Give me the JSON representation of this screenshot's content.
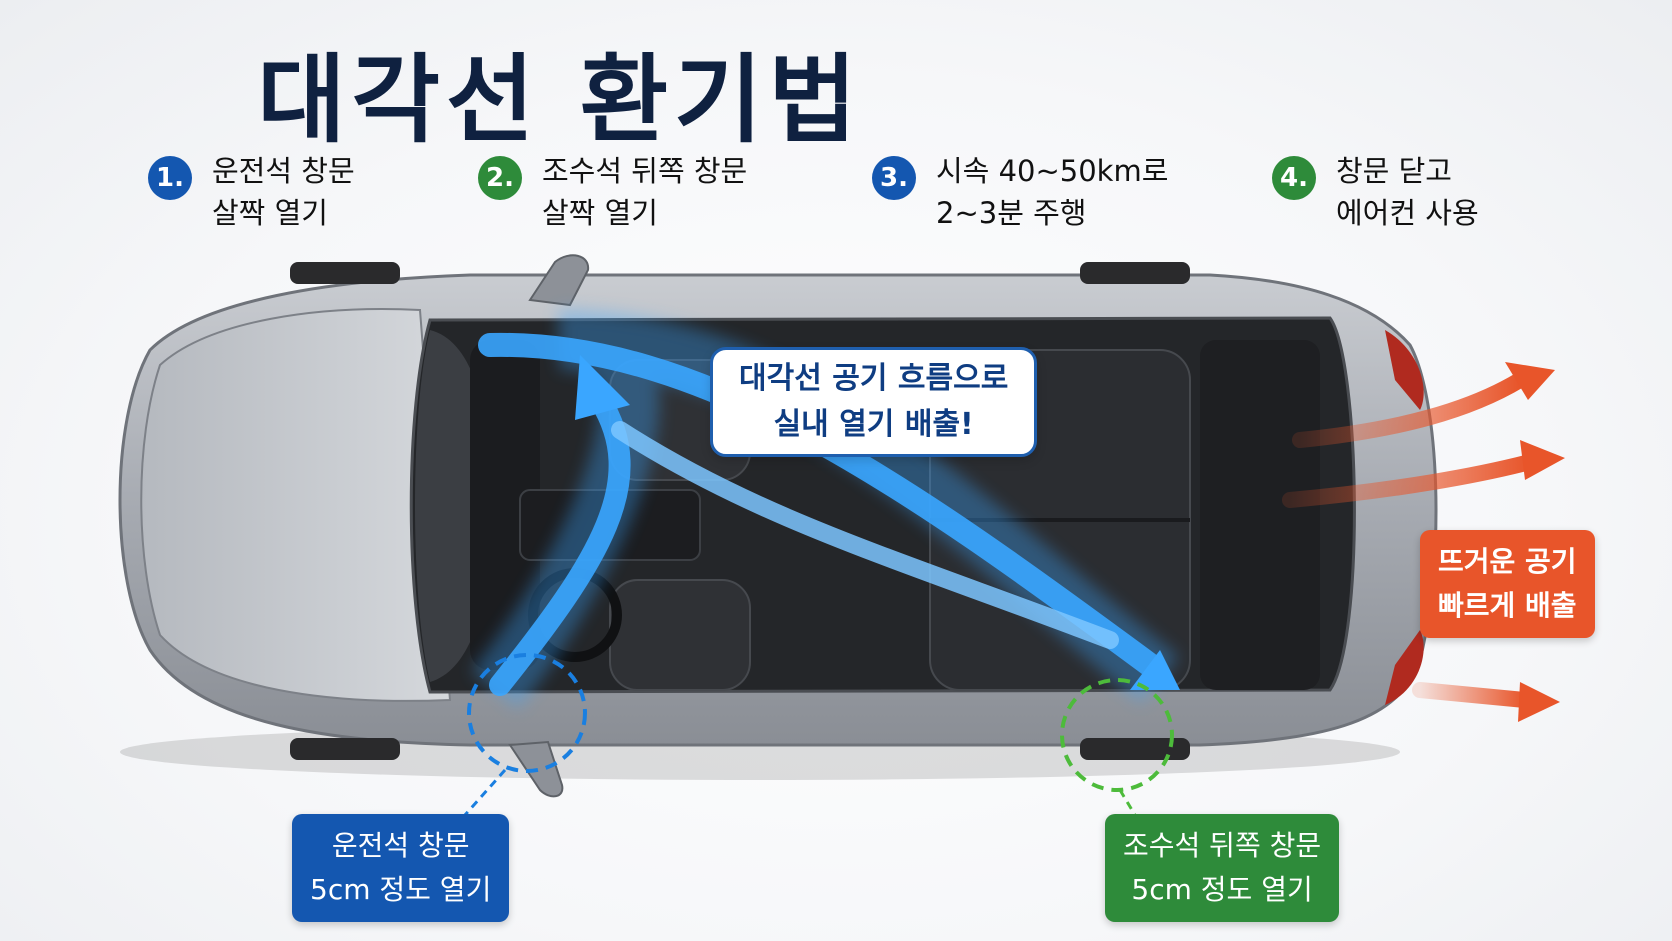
{
  "title": "대각선 환기법",
  "steps": [
    {
      "number": "1.",
      "text": "운전석 창문\n살짝 열기",
      "color": "#1457b0"
    },
    {
      "number": "2.",
      "text": "조수석 뒤쪽 창문\n살짝 열기",
      "color": "#2e8b3a"
    },
    {
      "number": "3.",
      "text": "시속 40~50km로\n2~3분 주행",
      "color": "#1457b0"
    },
    {
      "number": "4.",
      "text": "창문 닫고\n에어컨 사용",
      "color": "#2e8b3a"
    }
  ],
  "callout": {
    "text": "대각선 공기 흐름으로\n실내 열기 배출!"
  },
  "hot_air": {
    "text": "뜨거운 공기\n빠르게 배출",
    "color": "#e8552a"
  },
  "driver_window": {
    "text": "운전석 창문\n5cm 정도 열기",
    "color": "#1457b0"
  },
  "rear_window": {
    "text": "조수석 뒤쪽 창문\n5cm 정도 열기",
    "color": "#2e8b3a"
  },
  "colors": {
    "airflow": "#3aa6ff",
    "exhaust": "#e8552a",
    "car_body": "#a9adb4"
  }
}
